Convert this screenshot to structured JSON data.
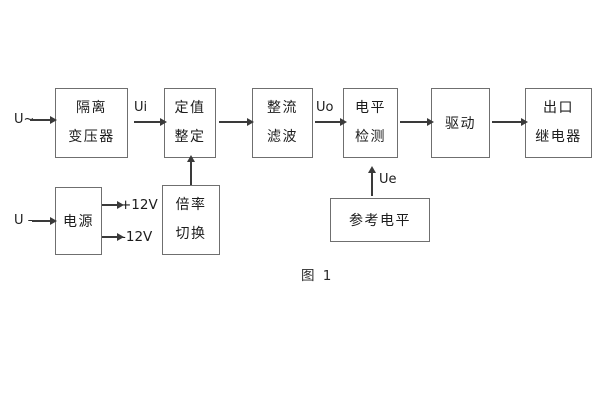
{
  "diagram": {
    "caption": "图 1",
    "nodes": [
      {
        "id": "isolation-transformer",
        "lines": [
          "隔离",
          "变压器"
        ]
      },
      {
        "id": "setting-adjust",
        "lines": [
          "定值",
          "整定"
        ]
      },
      {
        "id": "rectifier-filter",
        "lines": [
          "整流",
          "滤波"
        ]
      },
      {
        "id": "level-detect",
        "lines": [
          "电平",
          "检测"
        ]
      },
      {
        "id": "driver",
        "lines": [
          "驱动"
        ]
      },
      {
        "id": "output-relay",
        "lines": [
          "出口",
          "继电器"
        ]
      },
      {
        "id": "power-supply",
        "lines": [
          "电源"
        ]
      },
      {
        "id": "ratio-switch",
        "lines": [
          "倍率",
          "切换"
        ]
      },
      {
        "id": "reference-level",
        "lines": [
          "参考电平"
        ]
      }
    ],
    "signal_labels": {
      "input_ac": "U~",
      "input_dc": "U –",
      "ui": "Ui",
      "uo": "Uo",
      "ue": "Ue",
      "rail_pos": "+12V",
      "rail_neg": "-12V"
    },
    "colors": {
      "ink": "#1d1d1d",
      "box_border": "#6f6f6f",
      "line": "#3a3a3a",
      "background": "#ffffff"
    }
  }
}
